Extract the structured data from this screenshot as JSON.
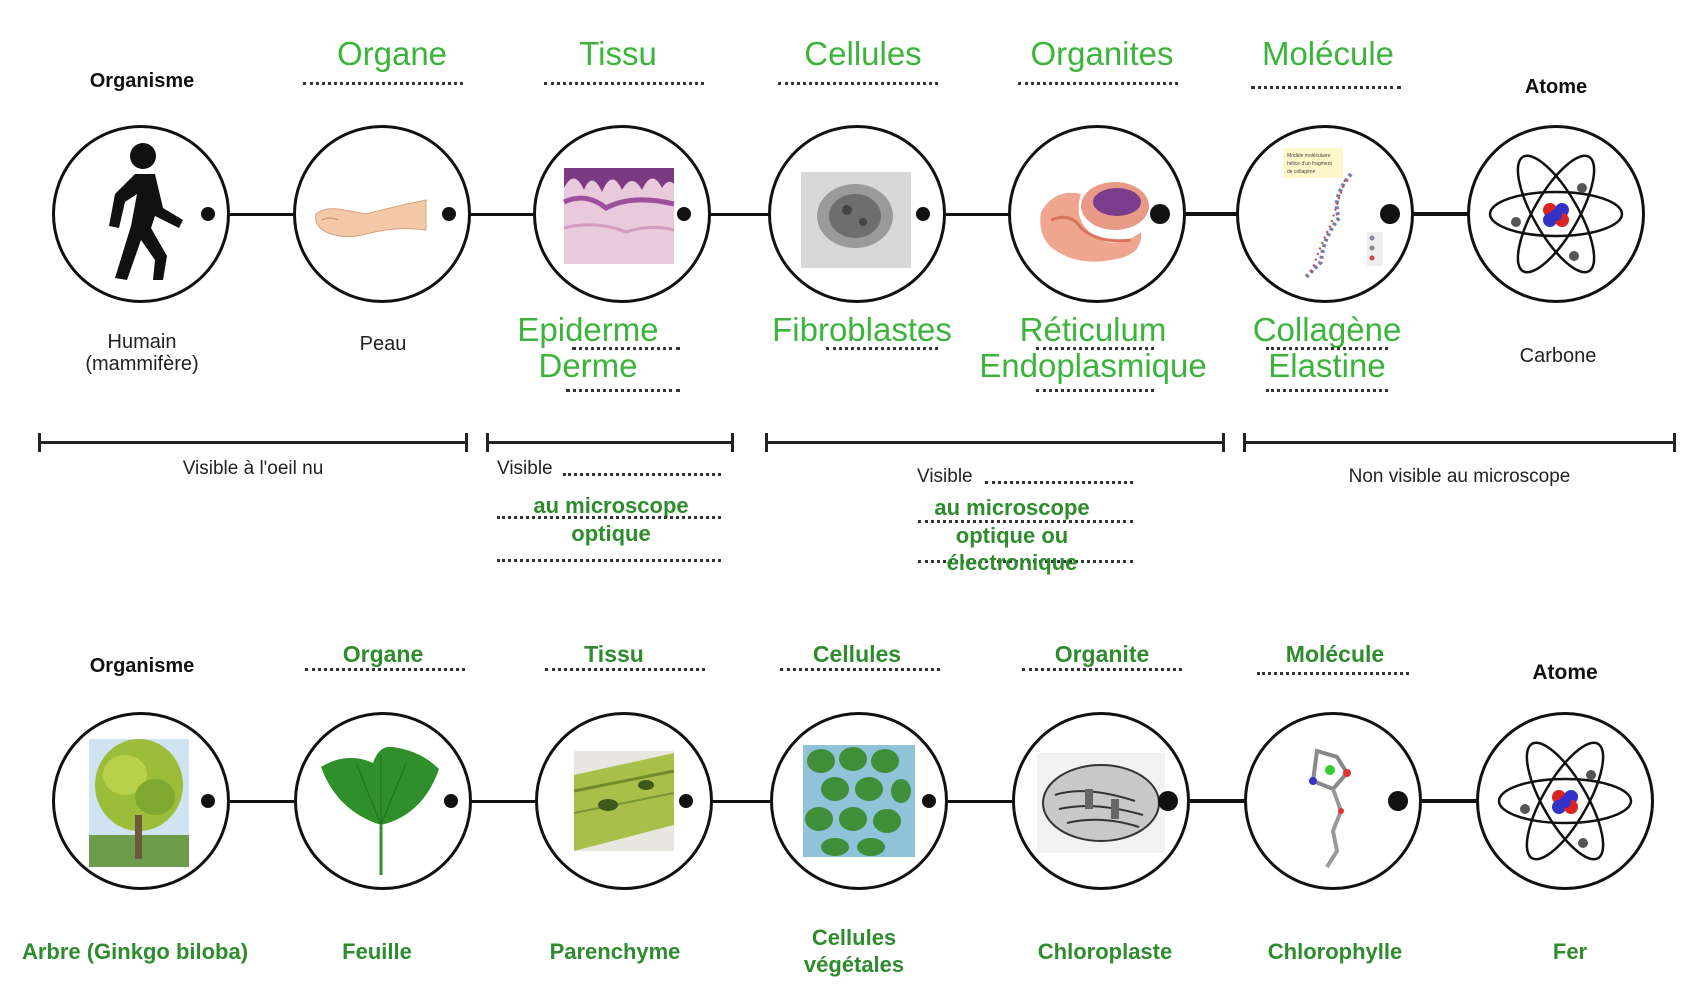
{
  "colors": {
    "green_light": "#3cb43c",
    "green_dark": "#2e8b2e",
    "line": "#111111"
  },
  "row1": {
    "headers": [
      "Organisme",
      "Organe",
      "Tissu",
      "Cellules",
      "Organites",
      "Molécule",
      "Atome"
    ],
    "labels": {
      "organisme": [
        "Humain",
        "(mammifère)"
      ],
      "organe": "Peau",
      "tissu": [
        "Epiderme",
        "Derme"
      ],
      "cellules": "Fibroblastes",
      "organites": [
        "Réticulum",
        "Endoplasmique"
      ],
      "molecule": [
        "Collagène",
        "Elastine"
      ],
      "atome": "Carbone"
    },
    "molecule_image_text": [
      "Modèle moléculaire",
      "hélice d'un fragment",
      "de collagène"
    ],
    "icons": [
      "walking-person-icon",
      "arm-icon",
      "tissue-micrograph-icon",
      "cell-micrograph-icon",
      "endoplasmic-reticulum-icon",
      "collagen-helix-icon",
      "atom-icon"
    ]
  },
  "scale": {
    "naked_eye": "Visible à l'oeil nu",
    "optical_prefix": "Visible",
    "optical_fill": [
      "au microscope",
      "optique"
    ],
    "electron_prefix": "Visible",
    "electron_fill": [
      "au microscope",
      "optique ou",
      "électronique"
    ],
    "not_visible": "Non visible au microscope"
  },
  "row2": {
    "headers": [
      "Organisme",
      "Organe",
      "Tissu",
      "Cellules",
      "Organite",
      "Molécule",
      "Atome"
    ],
    "labels": [
      "Arbre (Ginkgo biloba)",
      "Feuille",
      "Parenchyme",
      [
        "Cellules",
        "végétales"
      ],
      "Chloroplaste",
      "Chlorophylle",
      "Fer"
    ],
    "icons": [
      "ginkgo-tree-icon",
      "ginkgo-leaf-icon",
      "parenchyma-micrograph-icon",
      "plant-cells-icon",
      "chloroplast-icon",
      "chlorophyll-molecule-icon",
      "atom-icon"
    ]
  }
}
